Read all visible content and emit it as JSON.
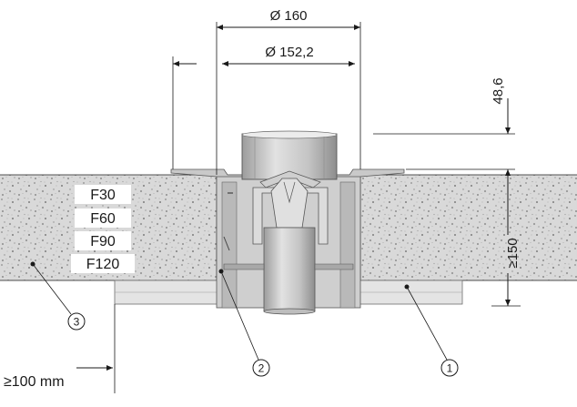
{
  "dimensions": {
    "outer_diameter": "Ø 160",
    "inner_diameter": "Ø 152,2",
    "flange_height": "48,6",
    "slab_thickness": "≥150",
    "edge_clearance": "≥100 mm"
  },
  "fire_ratings": [
    "F30",
    "F60",
    "F90",
    "F120"
  ],
  "callouts": [
    "3",
    "2",
    "1"
  ],
  "colors": {
    "concrete": "#d9d9d9",
    "concrete_speckle": "#8c8c8c",
    "metal_light": "#d6d6d6",
    "metal_mid": "#a8a8a8",
    "metal_dark": "#6e6e6e",
    "ink": "#1a1a1a"
  }
}
